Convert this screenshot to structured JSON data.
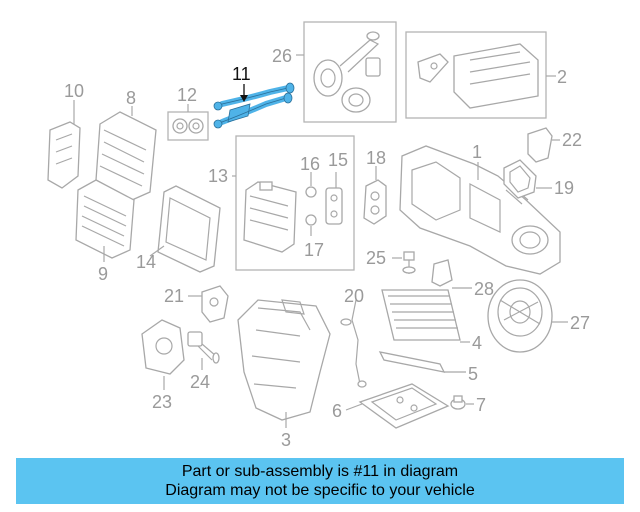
{
  "diagram": {
    "highlight_color": "#4fb3e8",
    "callouts": {
      "c1": "1",
      "c2": "2",
      "c3": "3",
      "c4": "4",
      "c5": "5",
      "c6": "6",
      "c7": "7",
      "c8": "8",
      "c9": "9",
      "c10": "10",
      "c11": "11",
      "c12": "12",
      "c13": "13",
      "c14": "14",
      "c15": "15",
      "c16": "16",
      "c17": "17",
      "c18": "18",
      "c19": "19",
      "c20": "20",
      "c21": "21",
      "c22": "22",
      "c23": "23",
      "c24": "24",
      "c25": "25",
      "c26": "26",
      "c27": "27",
      "c28": "28"
    }
  },
  "banner": {
    "line1": "Part or sub-assembly is #11 in diagram",
    "line2": "Diagram may not be specific to your vehicle",
    "background": "#5bc4f1"
  }
}
